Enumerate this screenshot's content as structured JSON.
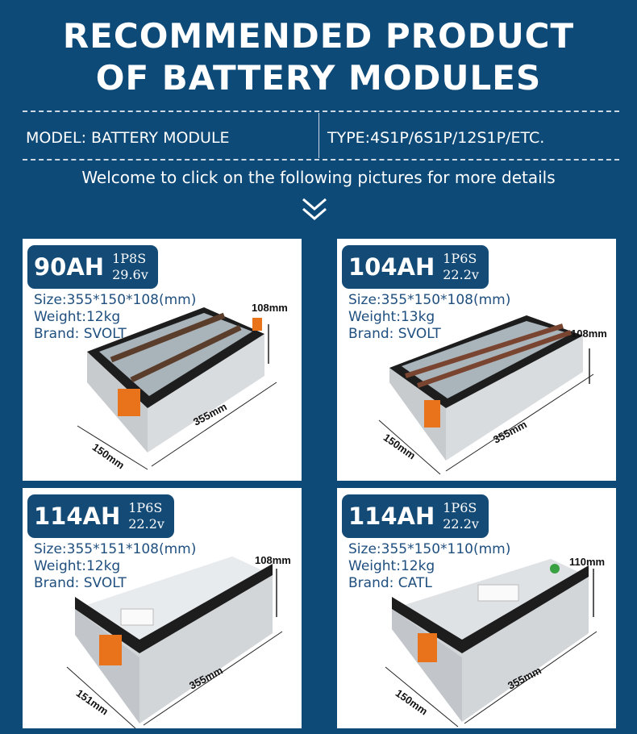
{
  "header": {
    "title_line1": "RECOMMENDED PRODUCT",
    "title_line2": "OF BATTERY MODULES",
    "model": "MODEL: BATTERY MODULE",
    "type": "TYPE:4S1P/6S1P/12S1P/ETC.",
    "welcome": "Welcome to click on the following pictures for more details"
  },
  "cards": [
    {
      "capacity": "90AH",
      "config": "1P8S",
      "voltage": "29.6v",
      "size": "Size:355*150*108(mm)",
      "weight": "Weight:12kg",
      "brand": "Brand: SVOLT",
      "height_dim": "108mm",
      "width_dim": "150mm",
      "length_dim": "355mm"
    },
    {
      "capacity": "104AH",
      "config": "1P6S",
      "voltage": "22.2v",
      "size": "Size:355*150*108(mm)",
      "weight": "Weight:13kg",
      "brand": "Brand: SVOLT",
      "height_dim": "108mm",
      "width_dim": "150mm",
      "length_dim": "355mm"
    },
    {
      "capacity": "114AH",
      "config": "1P6S",
      "voltage": "22.2v",
      "size": "Size:355*151*108(mm)",
      "weight": "Weight:12kg",
      "brand": "Brand: SVOLT",
      "height_dim": "108mm",
      "width_dim": "151mm",
      "length_dim": "355mm"
    },
    {
      "capacity": "114AH",
      "config": "1P6S",
      "voltage": "22.2v",
      "size": "Size:355*150*110(mm)",
      "weight": "Weight:12kg",
      "brand": "Brand: CATL",
      "height_dim": "110mm",
      "width_dim": "150mm",
      "length_dim": "355mm"
    }
  ],
  "colors": {
    "background": "#0e4a78",
    "badge": "#134a76",
    "info_text": "#1f4f7f",
    "terminal_orange": "#e8731a"
  },
  "icons": {
    "scroll_hint": "double-chevron-down-icon"
  }
}
